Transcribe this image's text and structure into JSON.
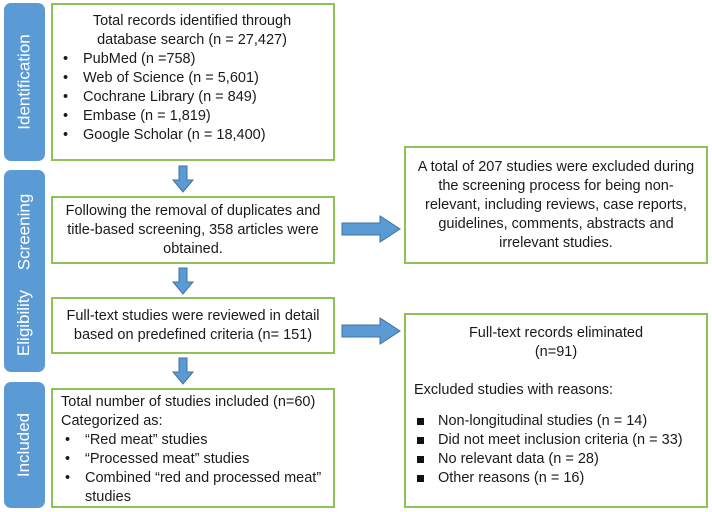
{
  "colors": {
    "phase_fill": "#5b9bd5",
    "box_border": "#8fc15a",
    "arrow": "#5b9bd5"
  },
  "phases": {
    "identification": "Identification",
    "screening": "Screening",
    "eligibility": "Eligibility",
    "included": "Included"
  },
  "identification": {
    "line1": "Total records identified through",
    "line2": "database search (n = 27,427)",
    "sources": [
      "PubMed (n =758)",
      "Web of Science (n = 5,601)",
      "Cochrane Library (n = 849)",
      "Embase (n = 1,819)",
      "Google Scholar (n = 18,400)"
    ]
  },
  "screening": {
    "text": "Following the removal of duplicates and title-based screening, 358 articles were obtained."
  },
  "screening_excluded": {
    "text": "A total of 207 studies were excluded during the screening process for being non-relevant, including reviews, case reports, guidelines, comments, abstracts and irrelevant studies."
  },
  "eligibility": {
    "text": "Full-text studies were reviewed in detail based on predefined criteria (n= 151)"
  },
  "eligibility_excluded": {
    "title": "Full-text records eliminated",
    "count": "(n=91)",
    "reasons_heading": "Excluded studies with reasons:",
    "reasons": [
      "Non-longitudinal studies (n = 14)",
      "Did not meet inclusion criteria (n = 33)",
      "No relevant data (n = 28)",
      "Other reasons (n = 16)"
    ]
  },
  "included": {
    "line1": "Total number of studies included (n=60)",
    "line2": "Categorized as:",
    "categories": [
      "“Red meat” studies",
      " “Processed meat” studies",
      "Combined “red and processed meat” studies"
    ]
  }
}
